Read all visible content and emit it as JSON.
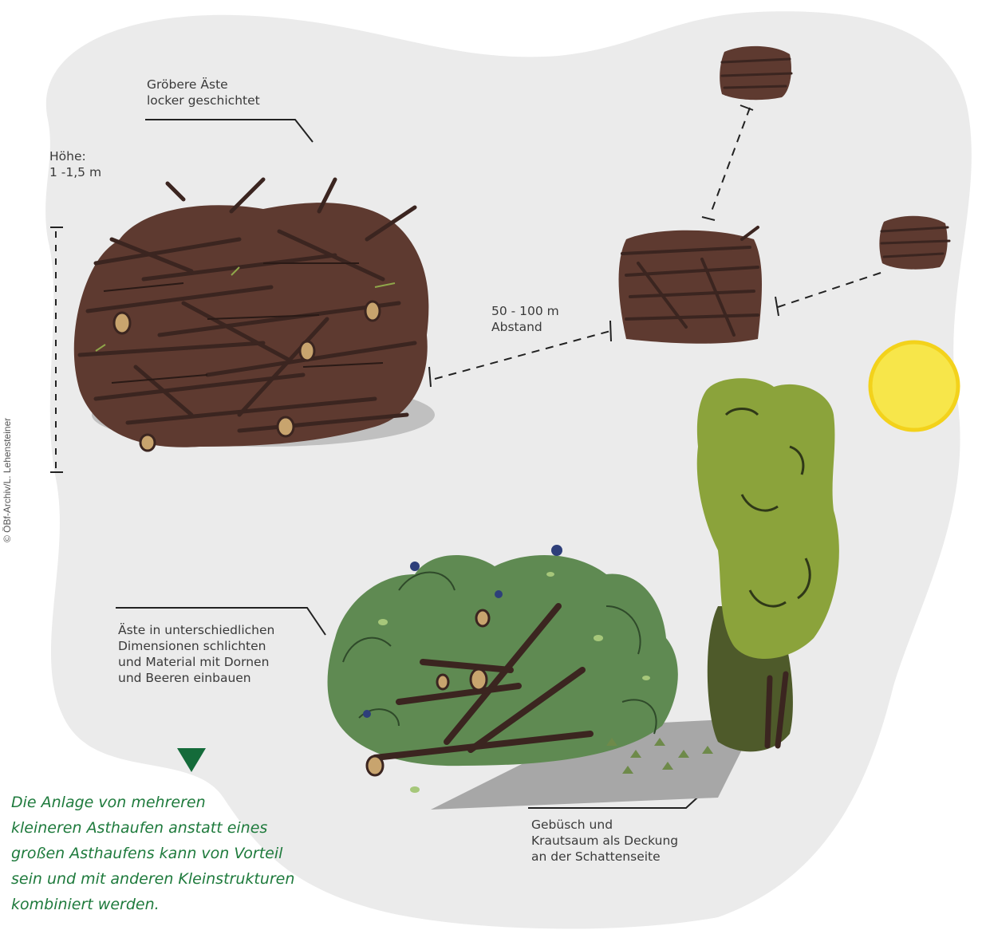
{
  "credit": "© ÖBf-Archiv/L. Lehensteiner",
  "labels": {
    "branches_top": [
      "Gröbere Äste",
      "locker geschichtet"
    ],
    "height": [
      "Höhe:",
      "1 -1,5 m"
    ],
    "distance": [
      "50 - 100 m",
      "Abstand"
    ],
    "branches_bottom": [
      "Äste in unterschiedlichen",
      "Dimensionen schlichten",
      "und Material mit Dornen",
      "und Beeren einbauen"
    ],
    "cover": [
      "Gebüsch und",
      "Krautsaum als Deckung",
      "an der Schattenseite"
    ]
  },
  "note": [
    "Die Anlage von mehreren",
    "kleineren Asthaufen anstatt eines",
    "großen Asthaufens kann von Vorteil",
    "sein und mit anderen Kleinstrukturen",
    "kombiniert werden."
  ],
  "colors": {
    "background_blob": "#ebebeb",
    "pile_brown": "#5e3a30",
    "branch_dark": "#3b2520",
    "log_end": "#c8a46e",
    "bush_green": "#5f8a52",
    "tree_green": "#8ba33b",
    "tree_dark": "#4e5a2a",
    "sun_yellow": "#f7e64a",
    "note_green": "#1e7a3c",
    "marker_green": "#146b3a"
  }
}
